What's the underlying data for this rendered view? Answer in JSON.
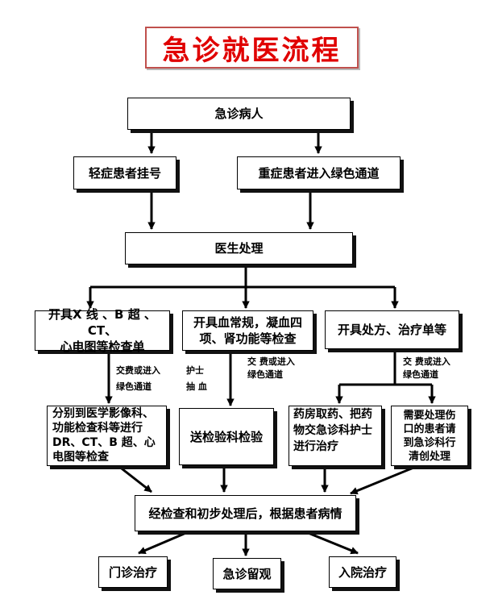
{
  "title": "急诊就医流程",
  "nodes": {
    "patient": "急诊病人",
    "mild_register": "轻症患者挂号",
    "severe_green": "重症患者进入绿色通道",
    "doctor": "医生处理",
    "exam_order": [
      "开具X 线 、B 超 、CT、",
      "心电图等检查单"
    ],
    "lab_order": [
      "开具血常规，凝血四",
      "项、肾功能等检查"
    ],
    "rx_order": "开具处方、治疗单等",
    "imaging_dept": [
      "分别到医学影像科、",
      "功能检查科等进行",
      "DR、CT、B 超、心",
      "电图等检查"
    ],
    "lab_dept": "送检验科检验",
    "pharmacy": [
      "药房取药、把药",
      "物交急诊科护士",
      "进行治疗"
    ],
    "wound_care": [
      "需要处理伤",
      "口的患者请",
      "到急诊科行",
      "清创处理"
    ],
    "after_exam": "经检查和初步处理后，根据患者病情",
    "outpatient": "门诊治疗",
    "observation": "急诊留观",
    "admission": "入院治疗"
  },
  "notes": {
    "pay1": "交费或进入",
    "green1": "绿色通道",
    "nurse": "护士",
    "blood": "抽 血",
    "pay2": "交 费或进入",
    "green2": "绿色通道",
    "pay3": "交 费或进入",
    "green3": "绿色通道"
  },
  "colors": {
    "title_text": "#e00000",
    "title_border": "#c0504d",
    "lines": "#000000"
  }
}
